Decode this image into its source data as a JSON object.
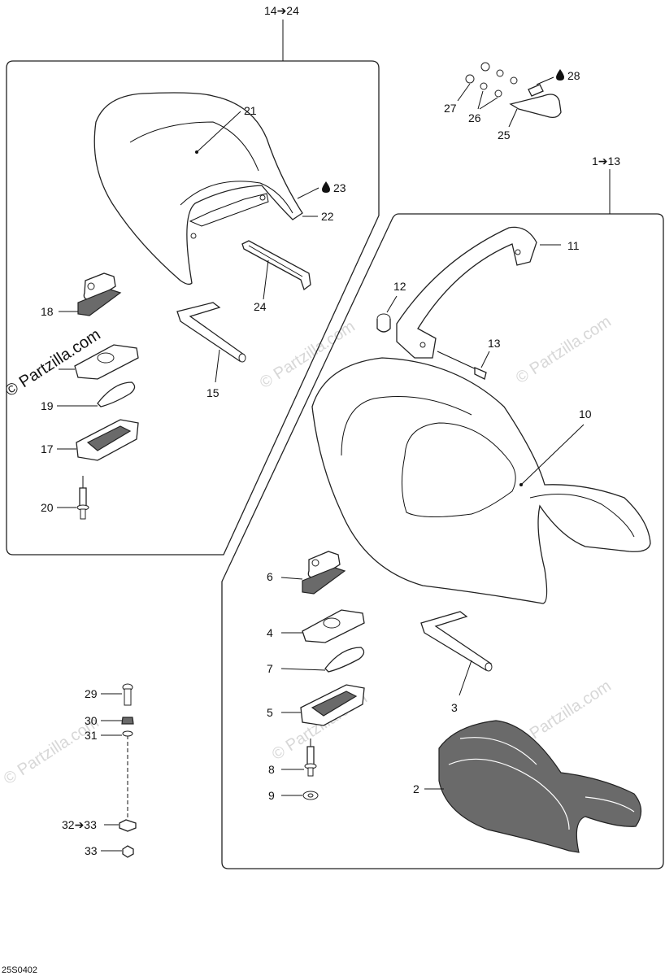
{
  "diagram": {
    "group_labels": {
      "rear": "14➔24",
      "front": "1➔13"
    },
    "watermark": "© Partzilla.com",
    "reference_code": "25S0402",
    "callouts": {
      "c21": "21",
      "c23": "23",
      "c22": "22",
      "c24": "24",
      "c18": "18",
      "c19": "19",
      "c17": "17",
      "c20": "20",
      "c15": "15",
      "c28": "28",
      "c27": "27",
      "c26": "26",
      "c25": "25",
      "c11": "11",
      "c12": "12",
      "c13": "13",
      "c10": "10",
      "c6": "6",
      "c4": "4",
      "c7": "7",
      "c5": "5",
      "c8": "8",
      "c9": "9",
      "c3": "3",
      "c2": "2",
      "c29": "29",
      "c30": "30",
      "c31": "31",
      "c32": "32➔33",
      "c33": "33"
    },
    "icons": {
      "grease": "droplet-icon",
      "arrow": "right-arrow-icon"
    }
  }
}
